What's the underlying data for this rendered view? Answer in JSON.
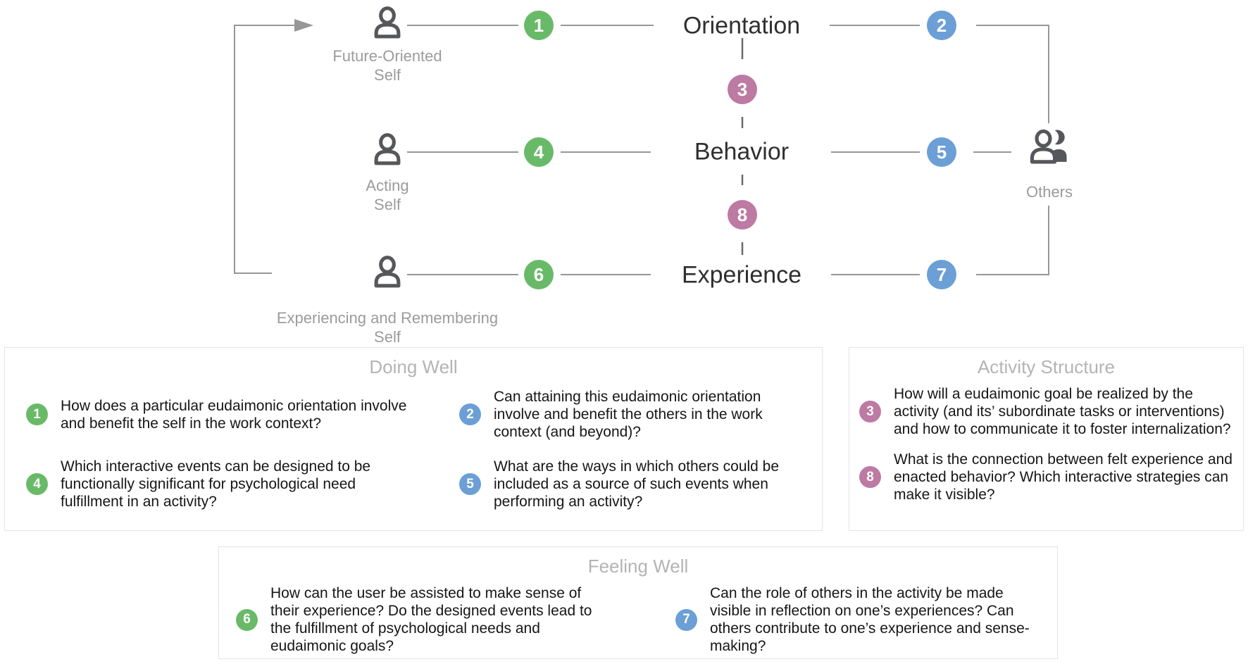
{
  "colors": {
    "green": "#69ba68",
    "blue": "#6b9fd6",
    "pink": "#bd7aa2",
    "icon_gray": "#56575a",
    "label_gray": "#9b9b9b",
    "line_gray": "#979797",
    "title_gray": "#b4b4b4",
    "node_text": "#2f2f2f"
  },
  "diagram": {
    "selves": [
      {
        "line1": "Future-Oriented",
        "line2": "Self"
      },
      {
        "line1": "Acting",
        "line2": "Self"
      },
      {
        "line1": "Experiencing and Remembering",
        "line2": "Self"
      }
    ],
    "nodes": [
      "Orientation",
      "Behavior",
      "Experience"
    ],
    "others_label": "Others",
    "icons": [
      "person-icon",
      "person-icon",
      "person-icon",
      "people-icon"
    ],
    "circles": [
      {
        "n": "1",
        "color": "green"
      },
      {
        "n": "2",
        "color": "blue"
      },
      {
        "n": "3",
        "color": "pink"
      },
      {
        "n": "4",
        "color": "green"
      },
      {
        "n": "5",
        "color": "blue"
      },
      {
        "n": "6",
        "color": "green"
      },
      {
        "n": "7",
        "color": "blue"
      },
      {
        "n": "8",
        "color": "pink"
      }
    ]
  },
  "panels": [
    {
      "title": "Doing Well",
      "items": [
        {
          "n": "1",
          "color": "green",
          "text": "How does a particular eudaimonic orientation involve and benefit the self in the work context?"
        },
        {
          "n": "2",
          "color": "blue",
          "text": "Can attaining this eudaimonic orientation involve and benefit the others in the work context (and beyond)?"
        },
        {
          "n": "4",
          "color": "green",
          "text": "Which interactive events can be designed to be functionally significant for psychological need fulfillment in an activity?"
        },
        {
          "n": "5",
          "color": "blue",
          "text": "What are the ways in which others could be included as a source of such events when performing an activity?"
        }
      ]
    },
    {
      "title": "Activity Structure",
      "items": [
        {
          "n": "3",
          "color": "pink",
          "text": "How will a eudaimonic goal be realized by the activity (and its’ subordinate tasks or interventions) and how to communicate it to foster internalization?"
        },
        {
          "n": "8",
          "color": "pink",
          "text": "What is the connection between felt experience and enacted behavior? Which interactive strategies can make it visible?"
        }
      ]
    },
    {
      "title": "Feeling Well",
      "items": [
        {
          "n": "6",
          "color": "green",
          "text": "How can the user be assisted to make sense of their experience? Do the designed events lead to the fulfillment of psychological needs and eudaimonic goals?"
        },
        {
          "n": "7",
          "color": "blue",
          "text": "Can the role of others in the activity be made visible in reflection on one’s experiences? Can others contribute to one’s experience and sense-making?"
        }
      ]
    }
  ]
}
